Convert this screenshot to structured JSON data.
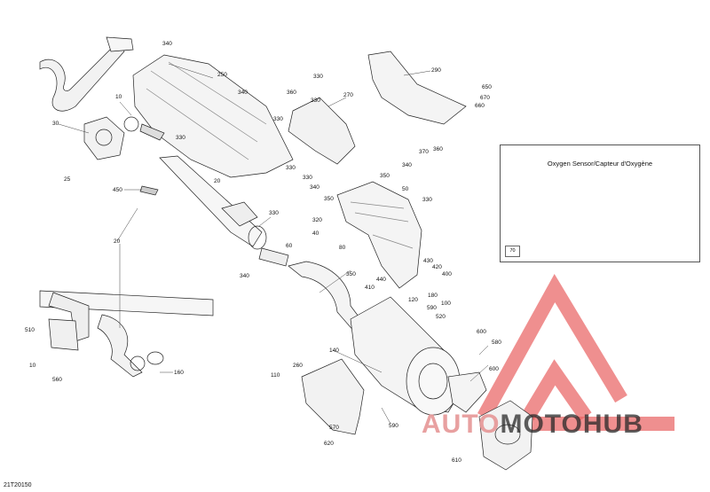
{
  "figure_code": "21T20150",
  "inset": {
    "title": "Oxygen Sensor/Capteur d'Oxygène",
    "part_ref": "70"
  },
  "watermark": {
    "part_a": "AUTO",
    "part_b": "MOTOHUB",
    "logo_color": "#e05050"
  },
  "callouts": [
    {
      "id": "c340a",
      "label": "340"
    },
    {
      "id": "c250",
      "label": "250"
    },
    {
      "id": "c10a",
      "label": "10"
    },
    {
      "id": "c30",
      "label": "30"
    },
    {
      "id": "c330a",
      "label": "330"
    },
    {
      "id": "c25",
      "label": "25"
    },
    {
      "id": "c340b",
      "label": "340"
    },
    {
      "id": "c330b",
      "label": "330"
    },
    {
      "id": "c360a",
      "label": "360"
    },
    {
      "id": "c330c",
      "label": "330"
    },
    {
      "id": "c270",
      "label": "270"
    },
    {
      "id": "c330d",
      "label": "330"
    },
    {
      "id": "c290",
      "label": "290"
    },
    {
      "id": "c650",
      "label": "650"
    },
    {
      "id": "c670",
      "label": "670"
    },
    {
      "id": "c660",
      "label": "660"
    },
    {
      "id": "c370",
      "label": "370"
    },
    {
      "id": "c360b",
      "label": "360"
    },
    {
      "id": "c330e",
      "label": "330"
    },
    {
      "id": "c340c",
      "label": "340"
    },
    {
      "id": "c350a",
      "label": "350"
    },
    {
      "id": "c330f",
      "label": "330"
    },
    {
      "id": "c340d",
      "label": "340"
    },
    {
      "id": "c50",
      "label": "50"
    },
    {
      "id": "c20a",
      "label": "20"
    },
    {
      "id": "c450",
      "label": "450"
    },
    {
      "id": "c330g",
      "label": "330"
    },
    {
      "id": "c350b",
      "label": "350"
    },
    {
      "id": "c330h",
      "label": "330"
    },
    {
      "id": "c320",
      "label": "320"
    },
    {
      "id": "c40",
      "label": "40"
    },
    {
      "id": "c80",
      "label": "80"
    },
    {
      "id": "c20b",
      "label": "20"
    },
    {
      "id": "c60",
      "label": "60"
    },
    {
      "id": "c340e",
      "label": "340"
    },
    {
      "id": "c350c",
      "label": "350"
    },
    {
      "id": "c410",
      "label": "410"
    },
    {
      "id": "c440",
      "label": "440"
    },
    {
      "id": "c430",
      "label": "430"
    },
    {
      "id": "c420",
      "label": "420"
    },
    {
      "id": "c400",
      "label": "400"
    },
    {
      "id": "c180",
      "label": "180"
    },
    {
      "id": "c100",
      "label": "100"
    },
    {
      "id": "c120",
      "label": "120"
    },
    {
      "id": "c590",
      "label": "590"
    },
    {
      "id": "c520",
      "label": "520"
    },
    {
      "id": "c510",
      "label": "510"
    },
    {
      "id": "c10b",
      "label": "10"
    },
    {
      "id": "c560",
      "label": "560"
    },
    {
      "id": "c160",
      "label": "160"
    },
    {
      "id": "c140",
      "label": "140"
    },
    {
      "id": "c600a",
      "label": "600"
    },
    {
      "id": "c580",
      "label": "580"
    },
    {
      "id": "c260",
      "label": "260"
    },
    {
      "id": "c110",
      "label": "110"
    },
    {
      "id": "c600b",
      "label": "600"
    },
    {
      "id": "c590b",
      "label": "590"
    },
    {
      "id": "c570",
      "label": "570"
    },
    {
      "id": "c620",
      "label": "620"
    },
    {
      "id": "c610",
      "label": "610"
    }
  ]
}
